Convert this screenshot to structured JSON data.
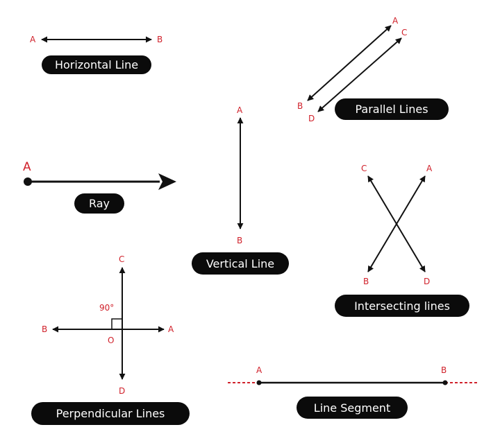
{
  "colors": {
    "label": "#d0202a",
    "ink": "#111111",
    "pill_bg": "#0b0b0b",
    "pill_text": "#ffffff",
    "dashed": "#d0202a"
  },
  "horizontal": {
    "title": "Horizontal Line",
    "a": "A",
    "b": "B"
  },
  "parallel": {
    "title": "Parallel Lines",
    "a": "A",
    "b": "B",
    "c": "C",
    "d": "D"
  },
  "vertical": {
    "title": "Vertical Line",
    "a": "A",
    "b": "B"
  },
  "ray": {
    "title": "Ray",
    "a": "A"
  },
  "intersecting": {
    "title": "Intersecting lines",
    "a": "A",
    "b": "B",
    "c": "C",
    "d": "D"
  },
  "perpendicular": {
    "title": "Perpendicular Lines",
    "a": "A",
    "b": "B",
    "c": "C",
    "d": "D",
    "o": "O",
    "angle": "90°"
  },
  "segment": {
    "title": "Line Segment",
    "a": "A",
    "b": "B"
  }
}
